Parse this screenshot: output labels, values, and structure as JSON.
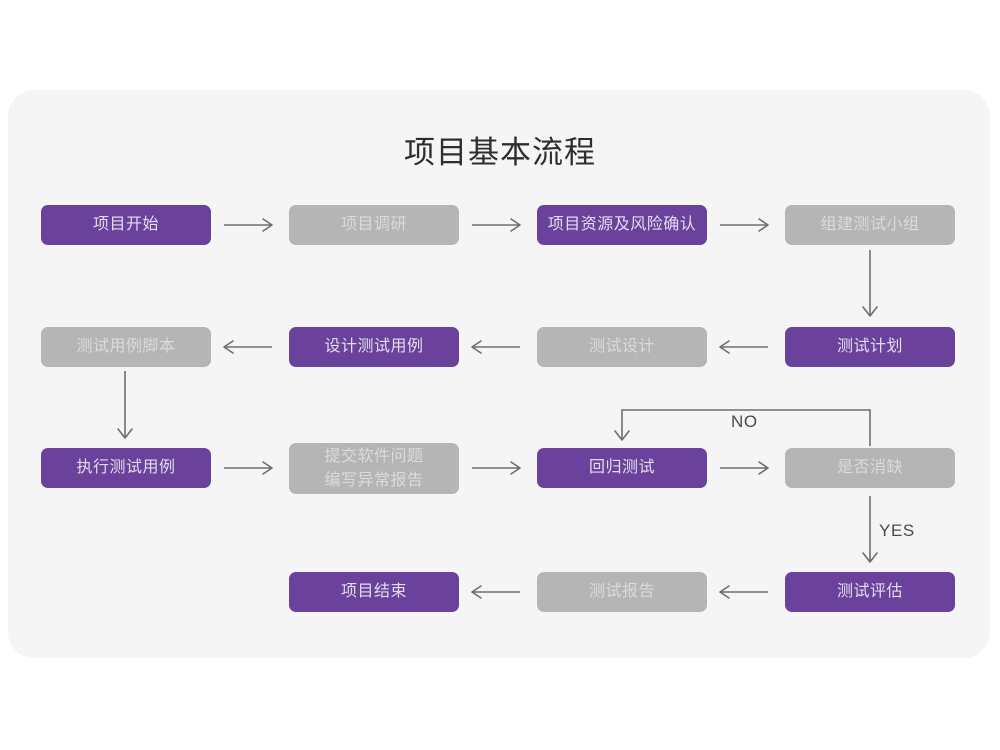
{
  "card": {
    "background": "#f5f5f5"
  },
  "title": "项目基本流程",
  "colors": {
    "purple": "#6a429b",
    "purple_text": "#e4dcee",
    "gray": "#b5b5b5",
    "gray_text": "#dadada",
    "connector": "#6e6e6e",
    "page_background": "#ffffff"
  },
  "nodes": [
    {
      "id": "n1",
      "label": "项目开始",
      "style": "purple"
    },
    {
      "id": "n2",
      "label": "项目调研",
      "style": "gray"
    },
    {
      "id": "n3",
      "label": "项目资源及风险确认",
      "style": "purple"
    },
    {
      "id": "n4",
      "label": "组建测试小组",
      "style": "gray"
    },
    {
      "id": "n5",
      "label": "测试计划",
      "style": "purple"
    },
    {
      "id": "n6",
      "label": "测试设计",
      "style": "gray"
    },
    {
      "id": "n7",
      "label": "设计测试用例",
      "style": "purple"
    },
    {
      "id": "n8",
      "label": "测试用例脚本",
      "style": "gray"
    },
    {
      "id": "n9",
      "label": "执行测试用例",
      "style": "purple"
    },
    {
      "id": "n10",
      "label": "提交软件问题\n编写异常报告",
      "style": "gray"
    },
    {
      "id": "n11",
      "label": "回归测试",
      "style": "purple"
    },
    {
      "id": "n12",
      "label": "是否消缺",
      "style": "gray"
    },
    {
      "id": "n13",
      "label": "测试评估",
      "style": "purple"
    },
    {
      "id": "n14",
      "label": "测试报告",
      "style": "gray"
    },
    {
      "id": "n15",
      "label": "项目结束",
      "style": "purple"
    }
  ],
  "edge_labels": {
    "no": "NO",
    "yes": "YES"
  }
}
